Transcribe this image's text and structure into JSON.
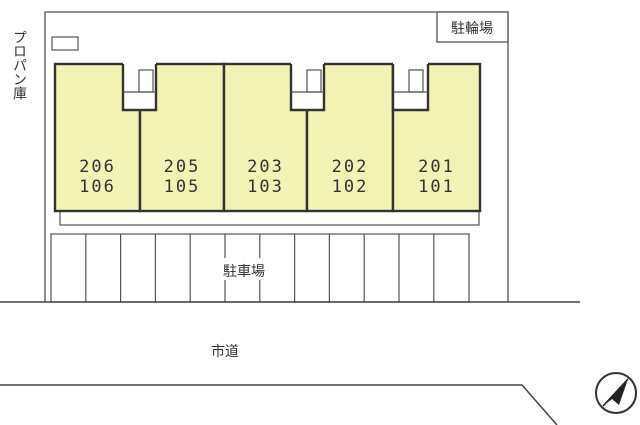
{
  "labels": {
    "bicycle_parking": "駐輪場",
    "propane_storage": "プロパン庫",
    "parking_lot": "駐車場",
    "city_road": "市道"
  },
  "units": [
    {
      "upper": "206",
      "lower": "106"
    },
    {
      "upper": "205",
      "lower": "105"
    },
    {
      "upper": "203",
      "lower": "103"
    },
    {
      "upper": "202",
      "lower": "102"
    },
    {
      "upper": "201",
      "lower": "101"
    }
  ],
  "colors": {
    "unit_fill": "#f2f2b4",
    "line": "#333333"
  },
  "compass": {
    "icon": "north-arrow-icon"
  }
}
